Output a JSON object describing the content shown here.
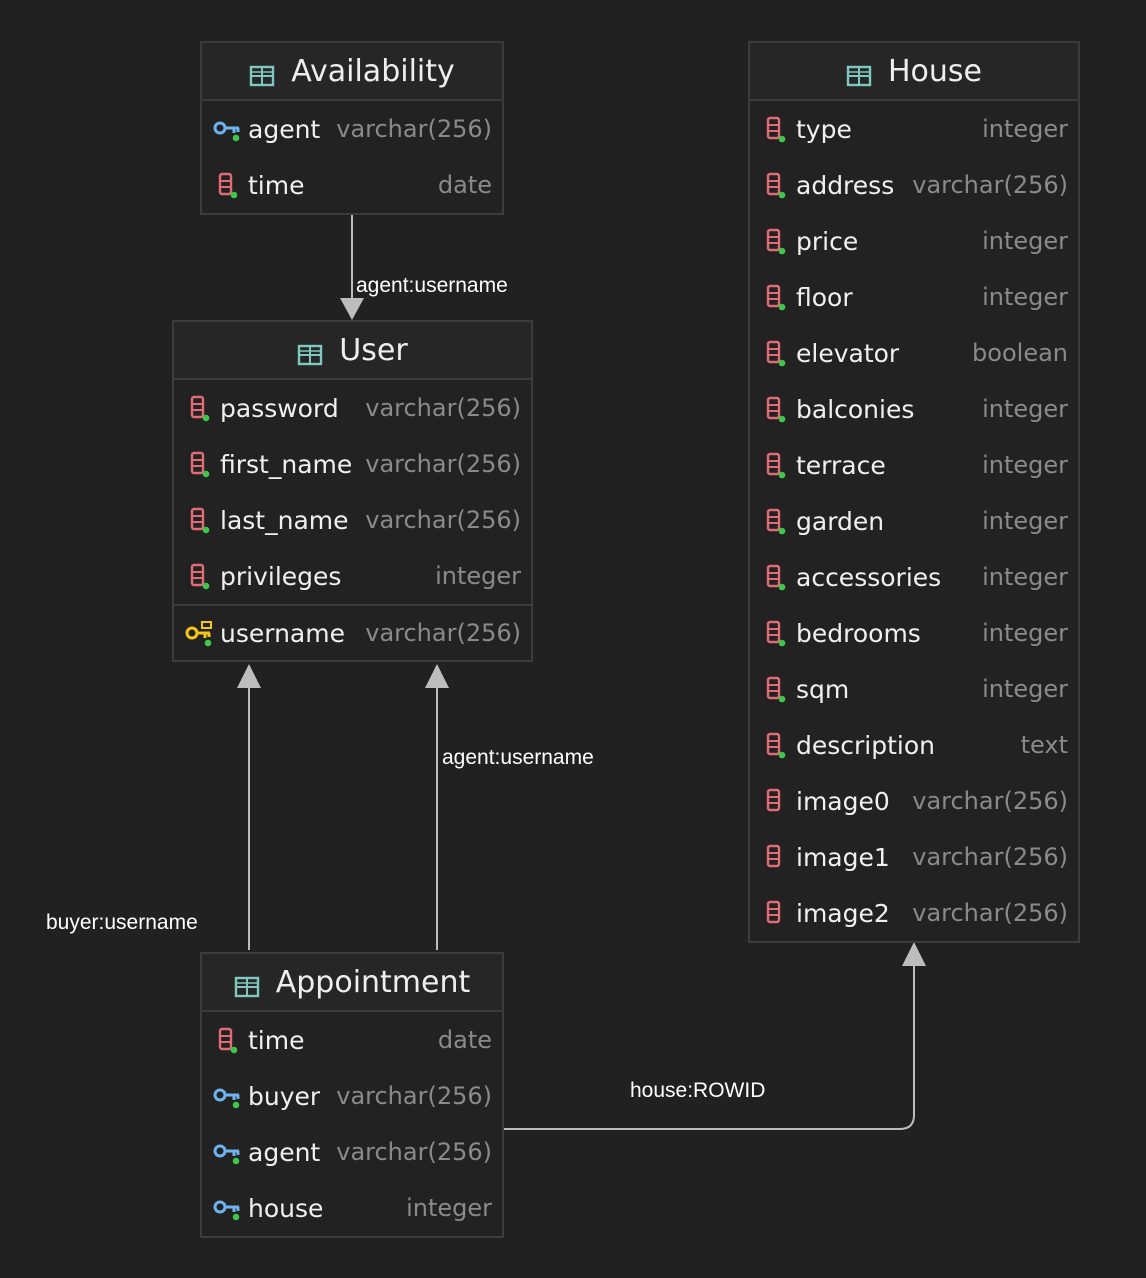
{
  "tables": {
    "availability": {
      "title": "Availability",
      "fields": [
        {
          "name": "agent",
          "type": "varchar(256)",
          "icon": "foreign-key-icon"
        },
        {
          "name": "time",
          "type": "date",
          "icon": "column-icon"
        }
      ]
    },
    "user": {
      "title": "User",
      "fields": [
        {
          "name": "password",
          "type": "varchar(256)",
          "icon": "column-icon"
        },
        {
          "name": "first_name",
          "type": "varchar(256)",
          "icon": "column-icon"
        },
        {
          "name": "last_name",
          "type": "varchar(256)",
          "icon": "column-icon"
        },
        {
          "name": "privileges",
          "type": "integer",
          "icon": "column-icon"
        },
        {
          "name": "username",
          "type": "varchar(256)",
          "icon": "primary-key-icon"
        }
      ]
    },
    "house": {
      "title": "House",
      "fields": [
        {
          "name": "type",
          "type": "integer",
          "icon": "column-icon"
        },
        {
          "name": "address",
          "type": "varchar(256)",
          "icon": "column-icon"
        },
        {
          "name": "price",
          "type": "integer",
          "icon": "column-icon"
        },
        {
          "name": "floor",
          "type": "integer",
          "icon": "column-icon"
        },
        {
          "name": "elevator",
          "type": "boolean",
          "icon": "column-icon"
        },
        {
          "name": "balconies",
          "type": "integer",
          "icon": "column-icon"
        },
        {
          "name": "terrace",
          "type": "integer",
          "icon": "column-icon"
        },
        {
          "name": "garden",
          "type": "integer",
          "icon": "column-icon"
        },
        {
          "name": "accessories",
          "type": "integer",
          "icon": "column-icon"
        },
        {
          "name": "bedrooms",
          "type": "integer",
          "icon": "column-icon"
        },
        {
          "name": "sqm",
          "type": "integer",
          "icon": "column-icon"
        },
        {
          "name": "description",
          "type": "text",
          "icon": "column-icon"
        },
        {
          "name": "image0",
          "type": "varchar(256)",
          "icon": "nullable-column-icon"
        },
        {
          "name": "image1",
          "type": "varchar(256)",
          "icon": "nullable-column-icon"
        },
        {
          "name": "image2",
          "type": "varchar(256)",
          "icon": "nullable-column-icon"
        }
      ]
    },
    "appointment": {
      "title": "Appointment",
      "fields": [
        {
          "name": "time",
          "type": "date",
          "icon": "column-icon"
        },
        {
          "name": "buyer",
          "type": "varchar(256)",
          "icon": "foreign-key-icon"
        },
        {
          "name": "agent",
          "type": "varchar(256)",
          "icon": "foreign-key-icon"
        },
        {
          "name": "house",
          "type": "integer",
          "icon": "foreign-key-icon"
        }
      ]
    }
  },
  "relations": {
    "availability_user": "agent:username",
    "appointment_user_agent": "agent:username",
    "appointment_user_buyer": "buyer:username",
    "appointment_house": "house:ROWID"
  },
  "colors": {
    "background": "#212121",
    "table_border": "#3c3c3c",
    "column_icon": "#e06c75",
    "key_icon": "#6cb4f0",
    "primary_key_icon": "#f5c518",
    "table_icon": "#7ec8c0",
    "status_dot": "#3ec74a",
    "edge": "#bdbdbd"
  }
}
